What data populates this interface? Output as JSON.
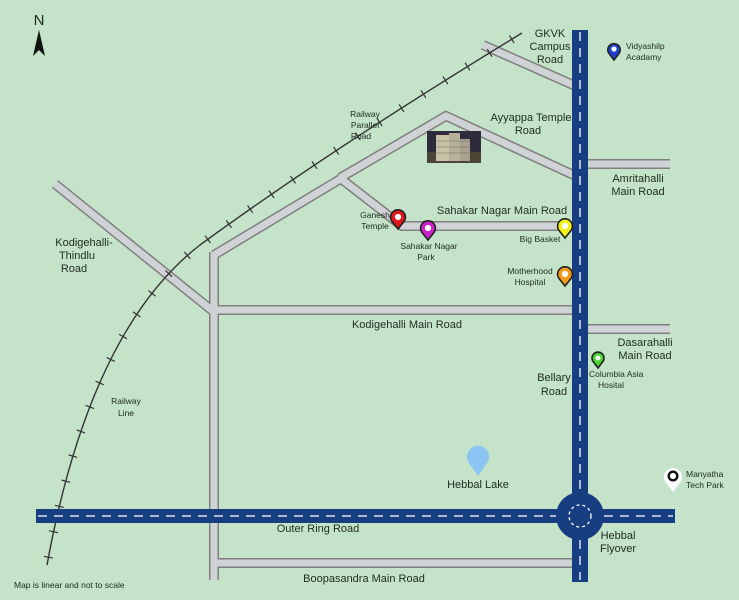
{
  "north": "N",
  "roads": {
    "gkvk": [
      "GKVK",
      "Campus",
      "Road"
    ],
    "railway_parallel": [
      "Railway",
      "Parallel",
      "Road"
    ],
    "ayyappa": [
      "Ayyappa Temple",
      "Road"
    ],
    "amritahalli": [
      "Amritahalli",
      "Main Road"
    ],
    "sahakar": "Sahakar Nagar Main Road",
    "kodigehalli_thindlu": [
      "Kodigehalli-",
      "Thindlu",
      "Road"
    ],
    "kodigehalli_main": "Kodigehalli Main Road",
    "dasarahalli": [
      "Dasarahalli",
      "Main Road"
    ],
    "bellary": [
      "Bellary",
      "Road"
    ],
    "railway_line": [
      "Railway",
      "Line"
    ],
    "outer_ring": "Outer Ring Road",
    "hebbal_flyover": [
      "Hebbal",
      "Flyover"
    ],
    "boopasandra": "Boopasandra Main Road"
  },
  "landmarks": {
    "vidyashilp": [
      "Vidyashilp",
      "Acadamy"
    ],
    "ganesh": [
      "Ganesh",
      "Temple"
    ],
    "sahakar_park": [
      "Sahakar Nagar",
      "Park"
    ],
    "big_basket": "Big Basket",
    "motherhood": [
      "Motherhood",
      "Hospital"
    ],
    "columbia": [
      "Columbia Asia",
      "Hosital"
    ],
    "hebbal_lake": "Hebbal Lake",
    "manyatha": [
      "Manyatha",
      "Tech Park"
    ]
  },
  "note": "Map is linear and not to scale",
  "colors": {
    "background": "#c5e3c8",
    "road_fill": "#cfd3d5",
    "road_outline": "#7f7f7f",
    "highway": "#173e80",
    "rail": "#333333",
    "pin_vidyashilp": "#1f3fd1",
    "pin_ganesh": "#e0171b",
    "pin_park": "#cc22cc",
    "pin_bigbasket": "#f2f21a",
    "pin_motherhood": "#f39a1d",
    "pin_columbia": "#48d332",
    "pin_lake": "#8cc5f4",
    "pin_manyatha": "#ffffff"
  }
}
